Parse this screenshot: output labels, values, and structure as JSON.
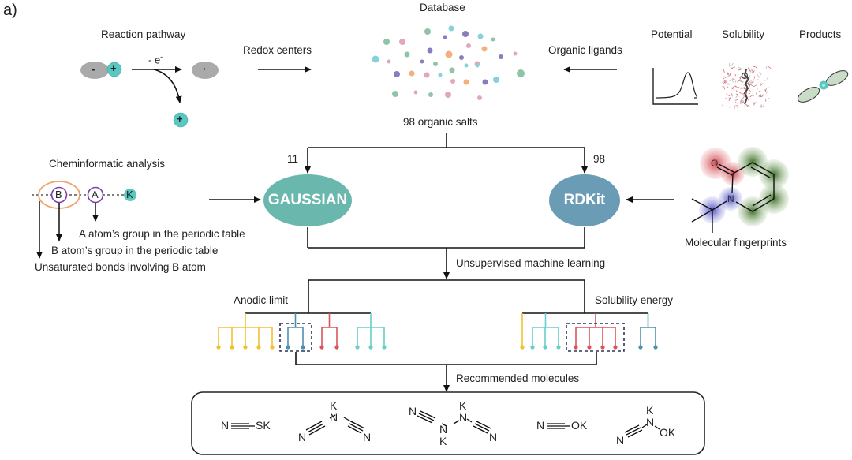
{
  "panel_label": "a)",
  "top_row": {
    "reaction_pathway": {
      "title": "Reaction pathway",
      "anion_sign": "-",
      "cation_sign": "+",
      "step_label": "- e",
      "step_sup": "-",
      "radical_sign": "·",
      "released_cation_sign": "+"
    },
    "redox_centers": "Redox centers",
    "database": {
      "title": "Database",
      "caption": "98 organic salts",
      "dot_colors": [
        "#8fc4a6",
        "#e3a7bd",
        "#8b7cc0",
        "#86d2da",
        "#f2b07f"
      ]
    },
    "organic_ligands": "Organic ligands",
    "properties": [
      {
        "label": "Potential",
        "icon": "peak-curve-icon"
      },
      {
        "label": "Solubility",
        "icon": "solvation-box-icon"
      },
      {
        "label": "Products",
        "icon": "dissociation-products-icon"
      }
    ]
  },
  "middle_row": {
    "cheminformatic": {
      "title": "Cheminformatic analysis",
      "atoms": [
        "B",
        "A",
        "K"
      ],
      "features": [
        "A atom’s group in the periodic table",
        "B atom’s group in the periodic table",
        "Unsaturated bonds involving B atom"
      ]
    },
    "gaussian": {
      "label": "GAUSSIAN",
      "count": "11",
      "color": "#6ab8ad"
    },
    "rdkit": {
      "label": "RDKit",
      "count": "98",
      "color": "#6a9db5"
    },
    "fingerprints": {
      "caption": "Molecular fingerprints",
      "atoms": [
        "O",
        "N"
      ]
    }
  },
  "ml_step": "Unsupervised machine learning",
  "clustering": {
    "anodic": {
      "title": "Anodic limit"
    },
    "solubility": {
      "title": "Solubility energy"
    },
    "cluster_colors": {
      "yellow": "#f2c12e",
      "blue": "#4f8fae",
      "red": "#d9555b",
      "teal": "#66cfc9",
      "box": "#2c3557"
    }
  },
  "recommend_step": "Recommended molecules",
  "molecules": [
    {
      "name": "KSCN",
      "atoms": [
        "N",
        "SK"
      ]
    },
    {
      "name": "dicyanamide",
      "atoms": [
        "K",
        "N",
        "N",
        "N"
      ]
    },
    {
      "name": "dicyanohydrazide",
      "atoms": [
        "N",
        "N",
        "K",
        "N",
        "K",
        "N"
      ]
    },
    {
      "name": "KOCN",
      "atoms": [
        "N",
        "OK"
      ]
    },
    {
      "name": "cyano-hydroxylamine",
      "atoms": [
        "K",
        "N",
        "N",
        "OK"
      ]
    }
  ]
}
